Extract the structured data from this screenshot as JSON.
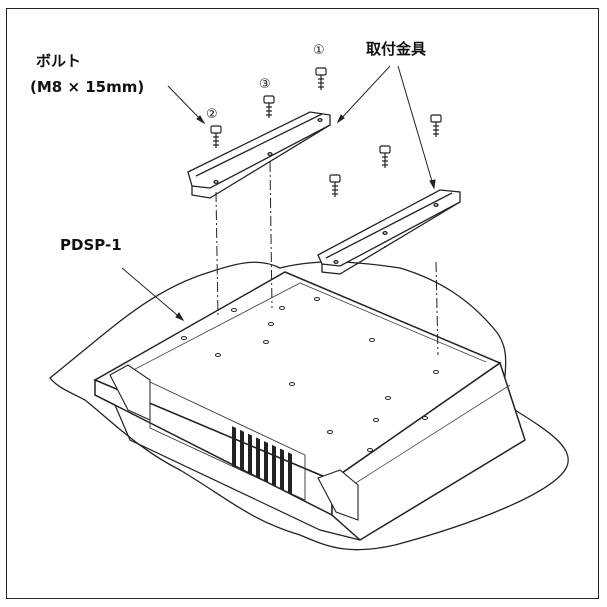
{
  "labels": {
    "bolt_name": "ボルト",
    "bolt_spec": "(M8 × 15mm)",
    "bracket": "取付金具",
    "unit": "PDSP-1"
  },
  "numbers": {
    "n1": "①",
    "n2": "②",
    "n3": "③"
  }
}
